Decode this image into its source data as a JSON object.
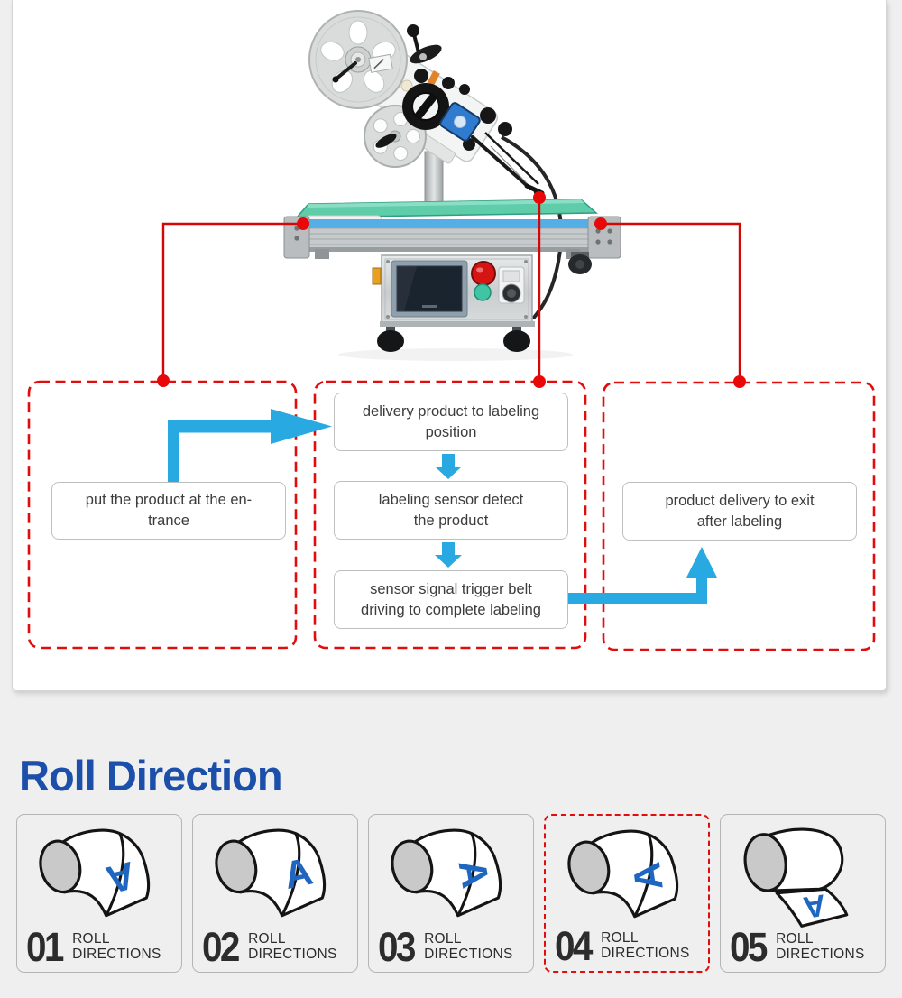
{
  "colors": {
    "accent_red": "#e30c0c",
    "arrow_blue": "#29a9e1",
    "heading_blue": "#1b4fa9",
    "roll_letter_blue": "#1e66bf"
  },
  "flow": {
    "steps": [
      {
        "key": "entrance",
        "lines": [
          "put the product at the en-",
          "trance"
        ]
      },
      {
        "key": "delivery",
        "lines": [
          "delivery product to labeling",
          "position"
        ]
      },
      {
        "key": "detect",
        "lines": [
          "labeling sensor detect",
          "the product"
        ]
      },
      {
        "key": "trigger",
        "lines": [
          "sensor signal trigger  belt",
          "driving to complete labeling"
        ]
      },
      {
        "key": "exit",
        "lines": [
          "product delivery to exit",
          "after labeling"
        ]
      }
    ]
  },
  "roll_section": {
    "title": "Roll Direction",
    "cards": [
      {
        "number": "01",
        "label_lines": [
          "ROLL",
          "DIRECTIONS"
        ],
        "letter": "A",
        "orientation": "upside-down",
        "highlighted": false
      },
      {
        "number": "02",
        "label_lines": [
          "ROLL",
          "DIRECTIONS"
        ],
        "letter": "A",
        "orientation": "upright",
        "highlighted": false
      },
      {
        "number": "03",
        "label_lines": [
          "ROLL",
          "DIRECTIONS"
        ],
        "letter": "A",
        "orientation": "apex-right",
        "highlighted": false
      },
      {
        "number": "04",
        "label_lines": [
          "ROLL",
          "DIRECTIONS"
        ],
        "letter": "A",
        "orientation": "apex-left",
        "highlighted": true
      },
      {
        "number": "05",
        "label_lines": [
          "ROLL",
          "DIRECTIONS"
        ],
        "letter": "A",
        "orientation": "upside-down-under-feed",
        "highlighted": false
      }
    ]
  }
}
